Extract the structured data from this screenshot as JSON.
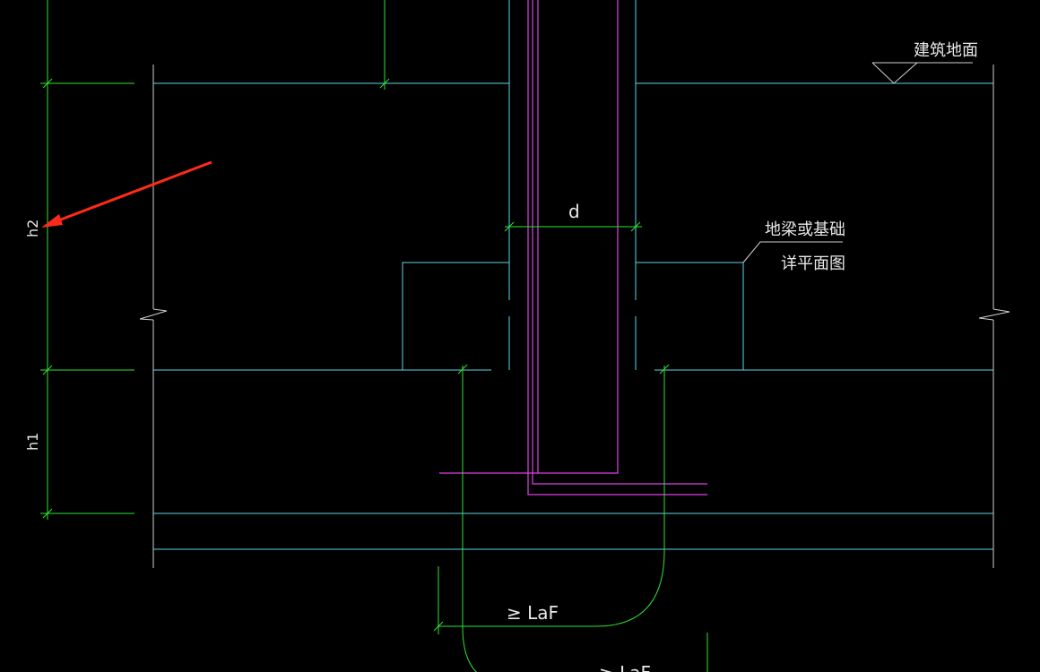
{
  "labels": {
    "ground": "建筑地面",
    "beam_line1": "地梁或基础",
    "beam_line2": "详平面图",
    "d": "d",
    "h2": "h2",
    "h1": "h1",
    "laf1": "≥ LaF",
    "laf2": "≥ LaF"
  },
  "colors": {
    "background": "#000000",
    "outline": "#d0d0d0",
    "concrete": "#5fd3e6",
    "dimension": "#2ee62e",
    "rebar": "#e23fe6",
    "pointer": "#ff2a1a",
    "text": "#e8e8e8"
  }
}
